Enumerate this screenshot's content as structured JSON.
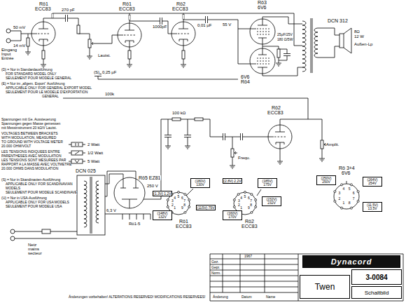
{
  "diagram": {
    "nodes": [
      {
        "text": [
          "Dynacord"
        ]
      },
      {
        "text": [
          "3-0084"
        ]
      },
      {
        "text": [
          "Twen"
        ]
      },
      {
        "text": [
          "Schaltbild"
        ]
      }
    ],
    "labels": [
      "Rö1",
      "ECC83",
      "Rö1",
      "ECC83",
      "Rö2",
      "ECC83",
      "Rö3",
      "6V6",
      "6V6",
      "Rö4",
      "DCN 312",
      "8Ω",
      "12 W",
      "Außen-Lp",
      "Eingang",
      "Input",
      "Entrée",
      "50 mV",
      "14 mV",
      "270 pF",
      "1000pF",
      "0,01 µF",
      "55 V",
      "Lautst.",
      "100 kΩ",
      "0,25 µF",
      "(S)",
      "25µF/25V",
      "180 Ω/5W",
      "100k",
      "(D) = Nur in Standardausführung",
      "FOR STANDARD MODEL ONLY",
      "SEULEMENT POUR MODELE GENERAL",
      "(E) = Nur im „allgem. Export“ Ausführung",
      "APPLICABLE ONLY FOR GENERAL EXPORT MODEL",
      "SEULEMENT POUR LE MODELE D'EXPORTATION",
      "GENERAL",
      "Spannungen mit Ge. Aussteuerung",
      "Spannungen gegen Masse gemessen",
      "mit Messinstrument 20 kΩ/V Lautst.",
      "VOLTAGES BETWEEN BRACKETS",
      "WITH MODULATION, MEASURED",
      "TO GROUND WITH VOLTAGE METER",
      "20.000 OHM/VOLT",
      "LES TENSIONS INDIQUEES ENTRE",
      "PARENTHESES AVEC MODULATION",
      "LES TENSIONS SONT MESUREES PAR",
      "RAPPORT A LA MASSE AVEC VOLTMETRE",
      "20.000 OHMS DANS MODULATION",
      "(S) = Nur in Skandinavien-Ausführung",
      "APPLICABLE ONLY FOR SCANDINAVIAN",
      "MODELS",
      "SEULEMENT POUR MODELE SCANDINAVE",
      "(U) = Nur in USA-Ausführung",
      "APPLICABLE ONLY FOR USA MODELS",
      "SEULEMENT POUR MODELE USA",
      "DCN 025",
      "Rö5 EZ81",
      "Netz",
      "mains",
      "secteur",
      "Rö1-5",
      "6,3 V",
      "250 V",
      "Rö2",
      "ECC83",
      "Frequ.",
      "Amplit.",
      "Rö1",
      "ECC83",
      "Rö2",
      "ECC83",
      "Rö 3+4",
      "6V6",
      "(180V) 130V",
      "(1,3V) 1,2V",
      "(115V) 75V",
      "(148V) 132V",
      "(185V) 175V",
      "(232V) 232V",
      "(2,8V) 2,2V",
      "(160V) 170V",
      "(250V) 250V",
      "(264V) 254V",
      "(11,5V) 13,5V",
      "1",
      "2",
      "3",
      "4",
      "5",
      "6",
      "7",
      "8",
      "9",
      "1",
      "2",
      "3",
      "4",
      "5",
      "6",
      "7",
      "8",
      "9",
      "1",
      "2",
      "3",
      "4",
      "5",
      "6",
      "7",
      "8",
      "1967",
      "Gez.",
      "Gepr.",
      "Norm.",
      "Änderung",
      "Datum",
      "Name",
      "Änderungen vorbehalten! ALTERATIONS RESERVED! MODIFICATIONS RESERVEES!"
    ],
    "legend": [
      {
        "text": "2 Watt"
      },
      {
        "text": "1/2 Watt"
      },
      {
        "text": "5 Watt"
      }
    ]
  }
}
